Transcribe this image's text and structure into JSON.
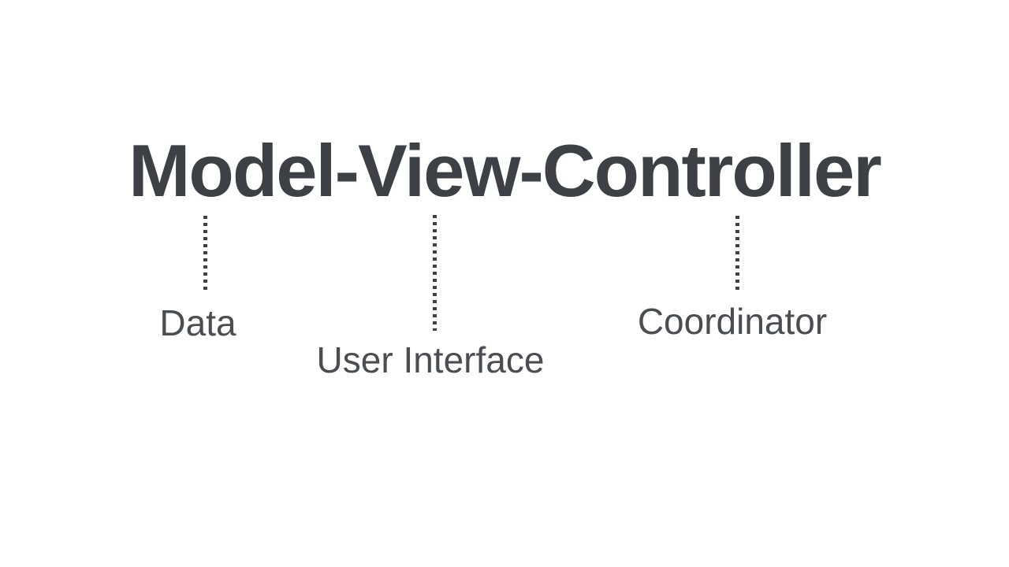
{
  "diagram": {
    "title": "Model-View-Controller",
    "colors": {
      "background": "#ffffff",
      "title_text": "#3d4045",
      "label_text": "#4a4d52",
      "connector_dots": "#3d4045"
    },
    "components": [
      {
        "word": "Model",
        "label": "Data"
      },
      {
        "word": "View",
        "label": "User Interface"
      },
      {
        "word": "Controller",
        "label": "Coordinator"
      }
    ]
  }
}
